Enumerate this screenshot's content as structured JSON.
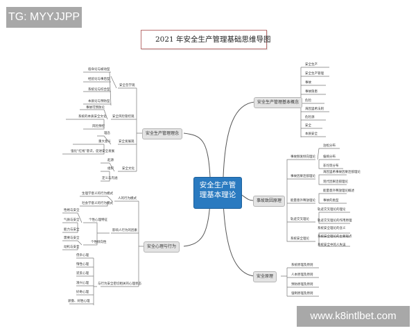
{
  "watermarks": {
    "top_left": "TG: MYYJJPP",
    "bottom_right": "www.k8intlbet.com"
  },
  "title": "2021 年安全生产管理基础思维导图",
  "center_node": {
    "line1": "安全生产管",
    "line2": "理基本理论",
    "color": "#2a7ac0"
  },
  "branches": {
    "concepts": {
      "label": "安全生产管理基本概念",
      "leaves": [
        "安全生产",
        "安全生产管理",
        "事故",
        "事故隐患",
        "危险",
        "海因里希法则",
        "危险源",
        "安全",
        "本质安全"
      ]
    },
    "accident": {
      "label": "事故致因原理",
      "subs": [
        {
          "label": "事故频发倾向理论",
          "leaves": [
            "泊松分布",
            "偏倚分布",
            "非均等分布"
          ]
        },
        {
          "label": "事故因果连锁理论",
          "leaves": [
            "海因里希事故因果连锁理论",
            "现代因果连锁理论"
          ]
        },
        {
          "label": "能量意外释放理论",
          "leaves": [
            "能量意外释放理论概述",
            "事故的类型"
          ]
        },
        {
          "label": "轨迹交叉理论",
          "leaves": [
            "轨迹交叉理论的理论",
            "轨迹交叉理论的作用原理"
          ]
        },
        {
          "label": "系统安全理论",
          "leaves": [
            "系统安全理论的含义",
            "系统安全理论的主要观点",
            "系统安全中的人失误"
          ]
        }
      ]
    },
    "principles": {
      "label": "安全原理",
      "leaves": [
        "系统原理及原则",
        "人本原理及原则",
        "预防原理及原则",
        "强制原理及原则"
      ]
    },
    "philosophy": {
      "label": "安全生产管理理念",
      "subs": [
        {
          "label": "安全哲学观",
          "leaves": [
            "宿命论与被动型",
            "经验论与事后型",
            "系统论与综合型",
            "本质论与预防型"
          ]
        },
        {
          "label": "安全风险管控观",
          "leaves": [
            "事故可预防论",
            "系统的本质安全文化",
            "风险预控"
          ]
        },
        {
          "label": "安全发展观",
          "leaves": [
            "理念",
            "重大意义",
            "强化“红线”意识，促进安全发展"
          ]
        },
        {
          "label": "安全文化",
          "leaves": [
            "起源",
            "组织",
            "定义与内涵"
          ]
        }
      ]
    },
    "psychology": {
      "label": "安全心理与行为",
      "subs": [
        {
          "label": "人的行为模式",
          "leaves": [
            "生理学意义的行为模式",
            "社会学意义的行为模式"
          ]
        },
        {
          "label": "影响人行为的因素",
          "groups": [
            {
              "label": "个性心理特征",
              "leaves": [
                "性格与安全",
                "气质与安全",
                "能力与安全"
              ]
            },
            {
              "label": "个性倾向性",
              "leaves": [
                "需要与安全",
                "动机与安全"
              ]
            }
          ]
        },
        {
          "label": "与行为安全密切相关的心理状态",
          "leaves": [
            "侥幸心理",
            "惰性心理",
            "逆反心理",
            "凑兴心理",
            "好奇心理",
            "骄傲、好胜心理"
          ]
        }
      ]
    }
  }
}
